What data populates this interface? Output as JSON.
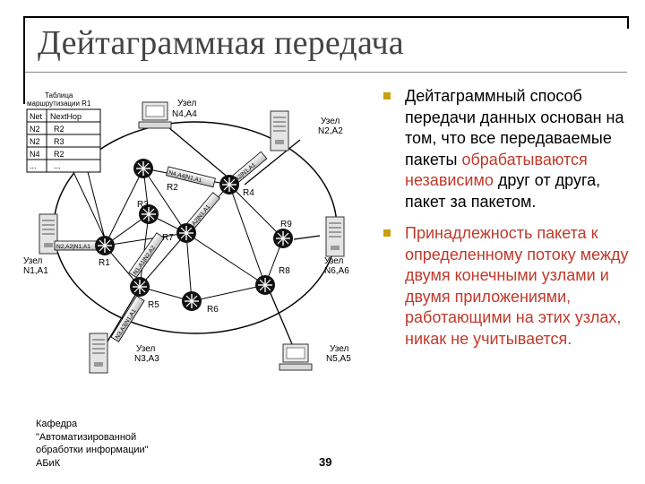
{
  "slide": {
    "title": "Дейтаграммная передача",
    "page_number": "39",
    "footer": [
      "Кафедра",
      "\"Автоматизированной",
      "обработки информации\"",
      "АБиК"
    ]
  },
  "bullets": [
    {
      "parts": [
        {
          "text": "Дейтаграммный способ передачи данных основан на том, что все передаваемые пакеты ",
          "red": false
        },
        {
          "text": "обрабатываются независимо",
          "red": true
        },
        {
          "text": " друг от друга, пакет за пакетом.",
          "red": false
        }
      ]
    },
    {
      "parts": [
        {
          "text": "Принадлежность пакета к определенному потоку между двумя конечными узлами и двумя приложениями, работающими на этих узлах, никак не учитывается.",
          "red": true
        }
      ]
    }
  ],
  "diagram": {
    "table_caption": [
      "Таблица",
      "маршрутизации R1"
    ],
    "table_headers": [
      "Net",
      "NextHop"
    ],
    "table_rows": [
      [
        "N2",
        "R2"
      ],
      [
        "N2",
        "R3"
      ],
      [
        "N4",
        "R2"
      ],
      [
        "...",
        "..."
      ]
    ],
    "routers": [
      "R1",
      "R2",
      "R3",
      "R4",
      "R5",
      "R6",
      "R7",
      "R8",
      "R9"
    ],
    "nodes": [
      {
        "id": "n4",
        "label1": "Узел",
        "label2": "N4,A4"
      },
      {
        "id": "n2",
        "label1": "Узел",
        "label2": "N2,A2"
      },
      {
        "id": "n1",
        "label1": "Узел",
        "label2": "N1,A1"
      },
      {
        "id": "n6",
        "label1": "Узел",
        "label2": "N6,A6"
      },
      {
        "id": "n3",
        "label1": "Узел",
        "label2": "N3,A3"
      },
      {
        "id": "n5",
        "label1": "Узел",
        "label2": "N5,A5"
      }
    ],
    "packet_labels": [
      "N2,A2|N1,A1",
      "N4,A4|N1,A1",
      "N2,A2|N1,A1",
      "N2,A2|N1,A1",
      "N1,A1|N2,A2",
      "N3,A3|N1,A1"
    ]
  }
}
